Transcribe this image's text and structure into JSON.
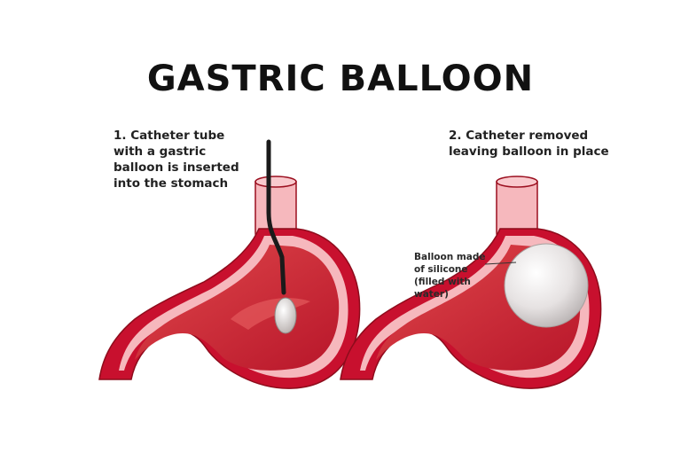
{
  "title": "GASTRIC BALLOON",
  "steps": [
    {
      "lines": [
        "1. Catheter tube",
        "with a gastric",
        "balloon is inserted",
        "into the stomach"
      ]
    },
    {
      "lines": [
        "2. Catheter removed",
        "leaving balloon in place"
      ]
    }
  ],
  "balloon_label": {
    "lines": [
      "Balloon made",
      "of silicone",
      "(filled with",
      "water)"
    ]
  },
  "colors": {
    "stomach_wall": "#c8102e",
    "stomach_interior": "#d23a3d",
    "lining": "#f6b8bd",
    "outline": "#9b0f1f",
    "catheter": "#1a1a1a",
    "balloon": "#e9e6e6"
  }
}
